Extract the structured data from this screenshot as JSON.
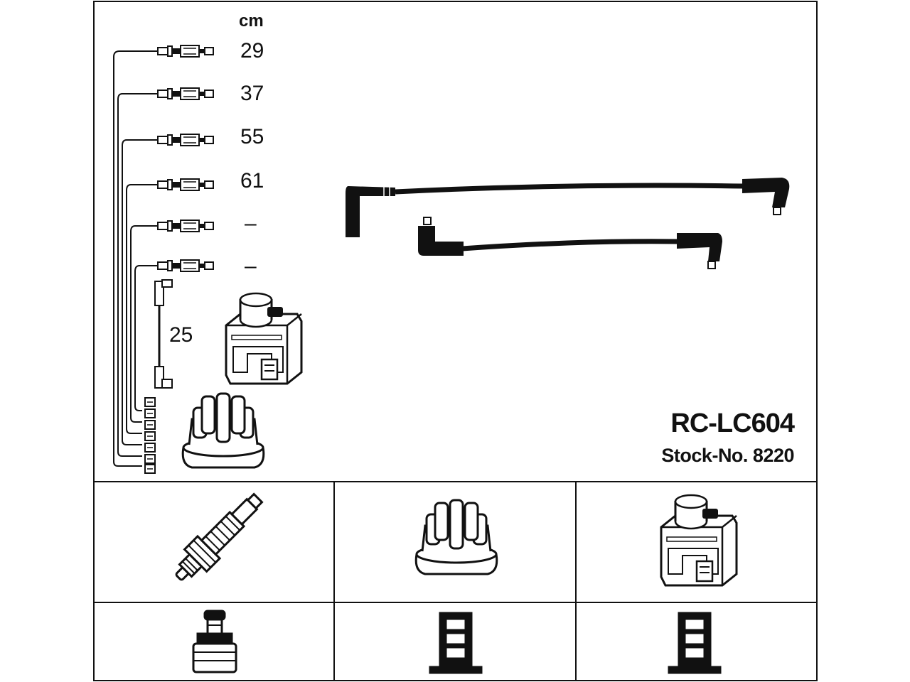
{
  "unit": "cm",
  "lengths": [
    "29",
    "37",
    "55",
    "61",
    "–",
    "–"
  ],
  "coil_wire_length": "25",
  "part_number": "RC-LC604",
  "stock_number": "Stock-No. 8220",
  "components": {
    "top": [
      "spark-plug",
      "distributor-cap",
      "ignition-coil"
    ],
    "bottom": [
      "plug-connector",
      "cap-connector",
      "coil-connector"
    ]
  },
  "colors": {
    "line": "#111111",
    "background": "#ffffff"
  }
}
